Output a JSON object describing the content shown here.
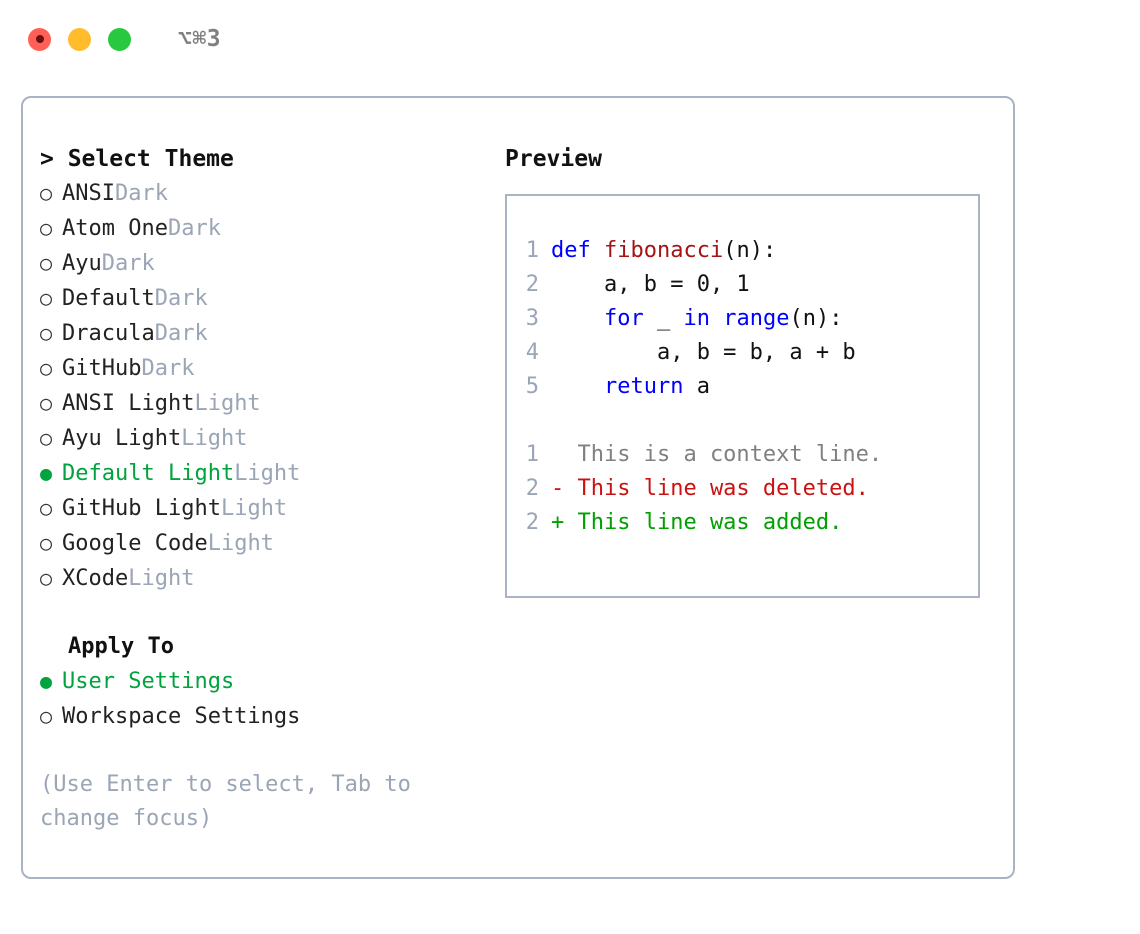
{
  "titlebar": {
    "lights": [
      {
        "name": "close",
        "color": "#ff5f57"
      },
      {
        "name": "minimize",
        "color": "#ffbd2e"
      },
      {
        "name": "maximize",
        "color": "#28c840"
      }
    ],
    "shortcut": "⌥⌘3"
  },
  "theme_panel": {
    "header": "> Select Theme",
    "caret": ">",
    "title": "Select Theme",
    "selected_bullet": "●",
    "unselected_bullet": "○",
    "options": [
      {
        "bullet": "○",
        "label": "ANSI",
        "badge": "Dark",
        "selected": false
      },
      {
        "bullet": "○",
        "label": "Atom One",
        "badge": "Dark",
        "selected": false
      },
      {
        "bullet": "○",
        "label": "Ayu",
        "badge": "Dark",
        "selected": false
      },
      {
        "bullet": "○",
        "label": "Default",
        "badge": "Dark",
        "selected": false
      },
      {
        "bullet": "○",
        "label": "Dracula",
        "badge": "Dark",
        "selected": false
      },
      {
        "bullet": "○",
        "label": "GitHub",
        "badge": "Dark",
        "selected": false
      },
      {
        "bullet": "○",
        "label": "ANSI Light",
        "badge": "Light",
        "selected": false
      },
      {
        "bullet": "○",
        "label": "Ayu Light",
        "badge": "Light",
        "selected": false
      },
      {
        "bullet": "●",
        "label": "Default Light",
        "badge": "Light",
        "selected": true
      },
      {
        "bullet": "○",
        "label": "GitHub Light",
        "badge": "Light",
        "selected": false
      },
      {
        "bullet": "○",
        "label": "Google Code",
        "badge": "Light",
        "selected": false
      },
      {
        "bullet": "○",
        "label": "XCode",
        "badge": "Light",
        "selected": false
      }
    ]
  },
  "apply_to": {
    "title": "Apply To",
    "options": [
      {
        "bullet": "●",
        "label": "User Settings",
        "selected": true
      },
      {
        "bullet": "○",
        "label": "Workspace Settings",
        "selected": false
      }
    ]
  },
  "hint": "(Use Enter to select, Tab to change focus)",
  "preview": {
    "title": "Preview",
    "code_lines": [
      {
        "number": "1",
        "tokens": [
          {
            "text": "def ",
            "kind": "keyword"
          },
          {
            "text": "fibonacci",
            "kind": "function"
          },
          {
            "text": "(n):",
            "kind": "plain"
          }
        ]
      },
      {
        "number": "2",
        "tokens": [
          {
            "text": "    a, b = 0, 1",
            "kind": "plain"
          }
        ]
      },
      {
        "number": "3",
        "tokens": [
          {
            "text": "    ",
            "kind": "plain"
          },
          {
            "text": "for",
            "kind": "keyword"
          },
          {
            "text": " _ ",
            "kind": "plain"
          },
          {
            "text": "in",
            "kind": "keyword"
          },
          {
            "text": " ",
            "kind": "plain"
          },
          {
            "text": "range",
            "kind": "keyword"
          },
          {
            "text": "(n):",
            "kind": "plain"
          }
        ]
      },
      {
        "number": "4",
        "tokens": [
          {
            "text": "        a, b = b, a + b",
            "kind": "plain"
          }
        ]
      },
      {
        "number": "5",
        "tokens": [
          {
            "text": "    ",
            "kind": "plain"
          },
          {
            "text": "return",
            "kind": "keyword"
          },
          {
            "text": " a",
            "kind": "plain"
          }
        ]
      }
    ],
    "diff_lines": [
      {
        "number": "1",
        "marker": " ",
        "text": "  This is a context line.",
        "kind": "context"
      },
      {
        "number": "2",
        "marker": "-",
        "text": "- This line was deleted.",
        "kind": "deleted"
      },
      {
        "number": "2",
        "marker": "+",
        "text": "+ This line was added.",
        "kind": "added"
      }
    ]
  },
  "colors": {
    "accent_green": "#00a33e",
    "muted_blue_grey": "#9aa5b5",
    "border": "#a9b3c4",
    "keyword_blue": "#0000ff",
    "function_red": "#a31515",
    "diff_deleted": "#cc1111",
    "diff_added": "#00a000",
    "diff_context": "#808080"
  }
}
